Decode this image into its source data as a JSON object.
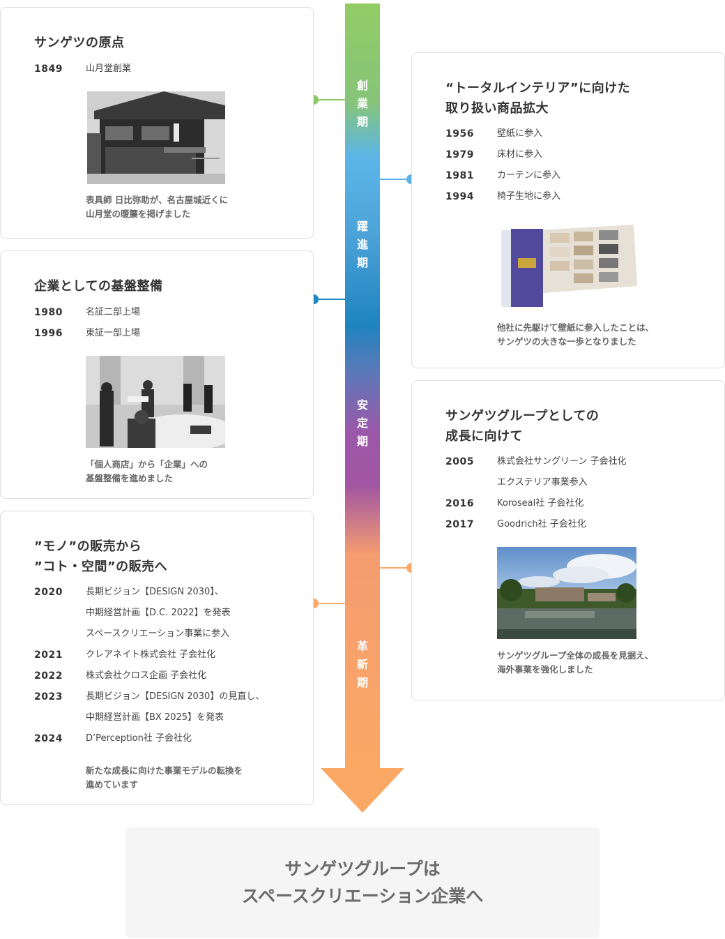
{
  "colors": {
    "green": "#8dc868",
    "light_blue": "#5ab1e6",
    "blue": "#1f88c4",
    "purple": "#9c56a8",
    "orange": "#f9a969",
    "border": "#dedede",
    "final_bg": "#f6f5f5",
    "final_text": "#6b6b6b"
  },
  "periods": [
    {
      "chars": [
        "創",
        "業",
        "期"
      ],
      "color": "#8dc868"
    },
    {
      "chars": [
        "躍",
        "進",
        "期"
      ],
      "color": "#5ab1e6"
    },
    {
      "chars": [
        "安",
        "定",
        "期"
      ],
      "color": "#9c56a8"
    },
    {
      "chars": [
        "革",
        "新",
        "期"
      ],
      "color": "#f9a969"
    }
  ],
  "cards": {
    "origin": {
      "title": "サンゲツの原点",
      "events": [
        {
          "year": "1849",
          "text": "山月堂創業"
        }
      ],
      "caption": [
        "表具師 日比弥助が、名古屋城近くに",
        "山月堂の暖簾を掲げました"
      ],
      "photo": "old-shop-building-photo"
    },
    "foundation": {
      "title": "企業としての基盤整備",
      "events": [
        {
          "year": "1980",
          "text": "名証二部上場"
        },
        {
          "year": "1996",
          "text": "東証一部上場"
        }
      ],
      "caption": [
        "「個人商店」から「企業」への",
        "基盤整備を進めました"
      ],
      "photo": "listing-ceremony-photo"
    },
    "space": {
      "title": [
        "”モノ”の販売から",
        "”コト・空間”の販売へ"
      ],
      "events": [
        {
          "year": "2020",
          "text": "長期ビジョン【DESIGN 2030】、"
        },
        {
          "year": "",
          "text": "中期経営計画【D.C. 2022】を発表"
        },
        {
          "year": "",
          "text": "スペースクリエーション事業に参入"
        },
        {
          "year": "2021",
          "text": "クレアネイト株式会社 子会社化"
        },
        {
          "year": "2022",
          "text": "株式会社クロス企画 子会社化"
        },
        {
          "year": "2023",
          "text": "長期ビジョン【DESIGN 2030】の見直し、"
        },
        {
          "year": "",
          "text": "中期経営計画【BX 2025】を発表"
        },
        {
          "year": "2024",
          "text": "D’Perception社 子会社化"
        }
      ],
      "caption": [
        "新たな成長に向けた事業モデルの転換を",
        "進めています"
      ]
    },
    "interior": {
      "title": [
        "“トータルインテリア”に向けた",
        "取り扱い商品拡大"
      ],
      "events": [
        {
          "year": "1956",
          "text": "壁紙に参入"
        },
        {
          "year": "1979",
          "text": "床材に参入"
        },
        {
          "year": "1981",
          "text": "カーテンに参入"
        },
        {
          "year": "1994",
          "text": "椅子生地に参入"
        }
      ],
      "caption": [
        "他社に先駆けて壁紙に参入したことは、",
        "サンゲツの大きな一歩となりました"
      ],
      "photo": "wallpaper-sample-book-photo"
    },
    "group": {
      "title": [
        "サンゲツグループとしての",
        "成長に向けて"
      ],
      "events": [
        {
          "year": "2005",
          "text": "株式会社サングリーン 子会社化"
        },
        {
          "year": "",
          "text": "エクステリア事業参入"
        },
        {
          "year": "2016",
          "text": "Koroseal社 子会社化"
        },
        {
          "year": "2017",
          "text": "Goodrich社 子会社化"
        }
      ],
      "caption": [
        "サンゲツグループ全体の成長を見据え、",
        "海外事業を強化しました"
      ],
      "photo": "factory-by-lake-photo"
    }
  },
  "final": {
    "lines": [
      "サンゲツグループは",
      "スペースクリエーション企業へ"
    ]
  }
}
